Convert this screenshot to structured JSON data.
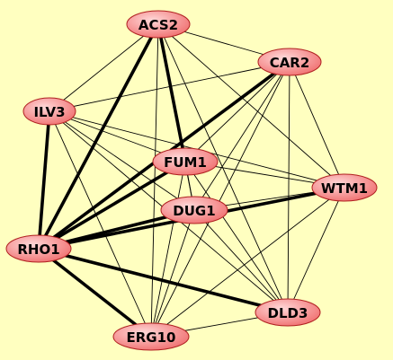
{
  "colors": {
    "background": "#ffffc0",
    "node_fill_light": "#ffd8d8",
    "node_fill_dark": "#f07070",
    "node_border": "#b02020",
    "edge": "#000000"
  },
  "nodes": [
    {
      "id": "ACS2",
      "label": "ACS2"
    },
    {
      "id": "CAR2",
      "label": "CAR2"
    },
    {
      "id": "ILV3",
      "label": "ILV3"
    },
    {
      "id": "FUM1",
      "label": "FUM1"
    },
    {
      "id": "WTM1",
      "label": "WTM1"
    },
    {
      "id": "DUG1",
      "label": "DUG1"
    },
    {
      "id": "RHO1",
      "label": "RHO1"
    },
    {
      "id": "DLD3",
      "label": "DLD3"
    },
    {
      "id": "ERG10",
      "label": "ERG10"
    }
  ],
  "edges": [
    {
      "source": "ACS2",
      "target": "CAR2",
      "weight": "thin"
    },
    {
      "source": "ACS2",
      "target": "ILV3",
      "weight": "thin"
    },
    {
      "source": "ACS2",
      "target": "FUM1",
      "weight": "thick"
    },
    {
      "source": "ACS2",
      "target": "WTM1",
      "weight": "thin"
    },
    {
      "source": "ACS2",
      "target": "DUG1",
      "weight": "thin"
    },
    {
      "source": "ACS2",
      "target": "RHO1",
      "weight": "thick"
    },
    {
      "source": "ACS2",
      "target": "DLD3",
      "weight": "thin"
    },
    {
      "source": "ACS2",
      "target": "ERG10",
      "weight": "thin"
    },
    {
      "source": "CAR2",
      "target": "ILV3",
      "weight": "thin"
    },
    {
      "source": "CAR2",
      "target": "FUM1",
      "weight": "thin"
    },
    {
      "source": "CAR2",
      "target": "WTM1",
      "weight": "thin"
    },
    {
      "source": "CAR2",
      "target": "DUG1",
      "weight": "thin"
    },
    {
      "source": "CAR2",
      "target": "RHO1",
      "weight": "thick"
    },
    {
      "source": "CAR2",
      "target": "DLD3",
      "weight": "thin"
    },
    {
      "source": "CAR2",
      "target": "ERG10",
      "weight": "thin"
    },
    {
      "source": "ILV3",
      "target": "FUM1",
      "weight": "thin"
    },
    {
      "source": "ILV3",
      "target": "WTM1",
      "weight": "thin"
    },
    {
      "source": "ILV3",
      "target": "DUG1",
      "weight": "thin"
    },
    {
      "source": "ILV3",
      "target": "RHO1",
      "weight": "thick"
    },
    {
      "source": "ILV3",
      "target": "DLD3",
      "weight": "thin"
    },
    {
      "source": "ILV3",
      "target": "ERG10",
      "weight": "thin"
    },
    {
      "source": "FUM1",
      "target": "WTM1",
      "weight": "thin"
    },
    {
      "source": "FUM1",
      "target": "DUG1",
      "weight": "thin"
    },
    {
      "source": "FUM1",
      "target": "RHO1",
      "weight": "thick"
    },
    {
      "source": "FUM1",
      "target": "DLD3",
      "weight": "thin"
    },
    {
      "source": "FUM1",
      "target": "ERG10",
      "weight": "thin"
    },
    {
      "source": "WTM1",
      "target": "DUG1",
      "weight": "thin"
    },
    {
      "source": "WTM1",
      "target": "RHO1",
      "weight": "thick"
    },
    {
      "source": "WTM1",
      "target": "DLD3",
      "weight": "thin"
    },
    {
      "source": "WTM1",
      "target": "ERG10",
      "weight": "thin"
    },
    {
      "source": "DUG1",
      "target": "RHO1",
      "weight": "thick"
    },
    {
      "source": "DUG1",
      "target": "DLD3",
      "weight": "thin"
    },
    {
      "source": "DUG1",
      "target": "ERG10",
      "weight": "thin"
    },
    {
      "source": "RHO1",
      "target": "DLD3",
      "weight": "thick"
    },
    {
      "source": "RHO1",
      "target": "ERG10",
      "weight": "thick"
    },
    {
      "source": "DLD3",
      "target": "ERG10",
      "weight": "thin"
    }
  ]
}
